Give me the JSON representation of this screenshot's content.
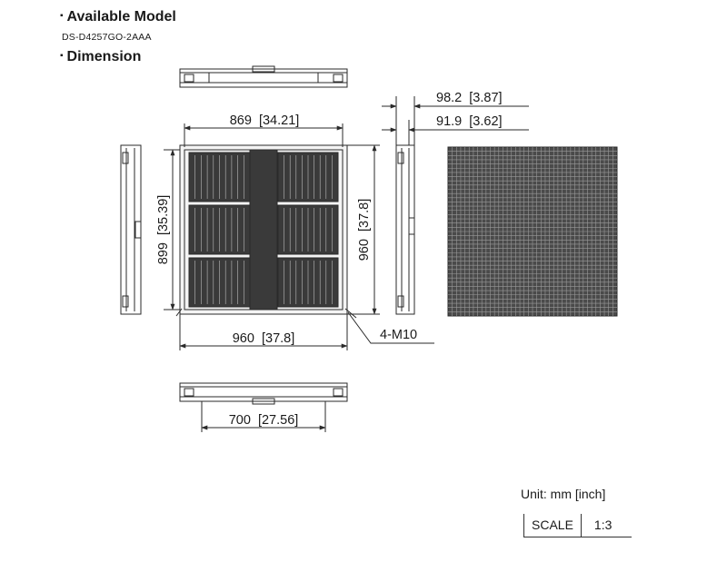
{
  "headings": {
    "available_model": "Available Model",
    "model_code": "DS-D4257GO-2AAA",
    "dimension": "Dimension",
    "bullet": "▪"
  },
  "dimensions": {
    "front_width": "869  [34.21]",
    "front_height": "899  [35.39]",
    "side_height": "960  [37.8]",
    "bottom_width": "960  [37.8]",
    "bottom_view_width": "700  [27.56]",
    "depth_outer": "98.2  [3.87]",
    "depth_inner": "91.9  [3.62]",
    "mount_callout": "4-M10"
  },
  "footer": {
    "unit": "Unit: mm [inch]",
    "scale_label": "SCALE",
    "scale_value": "1:3"
  },
  "colors": {
    "line": "#2a2a2a",
    "panel_fill": "#3a3a3a",
    "led_face": "#4a4a4a"
  }
}
